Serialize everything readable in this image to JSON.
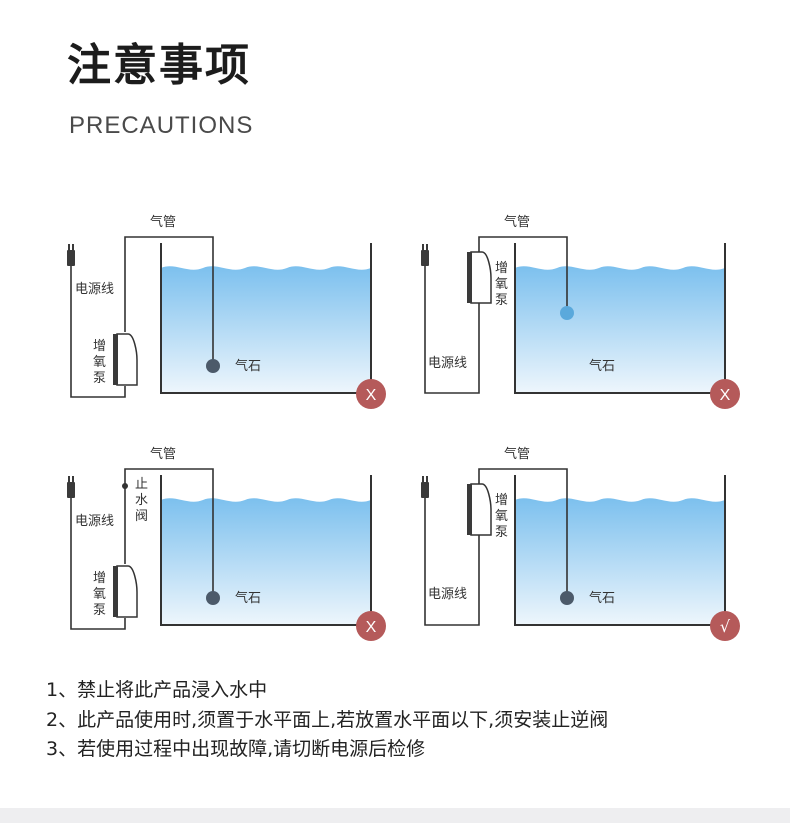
{
  "header": {
    "title": "注意事项",
    "subtitle": "PRECAUTIONS"
  },
  "colors": {
    "water_top": "#7cc0ee",
    "water_bottom": "#e8f3fb",
    "line": "#333333",
    "wrong_badge": "#b55a5a",
    "right_badge": "#b55a5a"
  },
  "panels": [
    {
      "id": "top-left",
      "air_tube": "气管",
      "power_cord": "电源线",
      "pump": [
        "增",
        "氧",
        "泵"
      ],
      "air_stone": "气石",
      "badge": "X",
      "badge_icon": "cross-icon"
    },
    {
      "id": "top-right",
      "air_tube": "气管",
      "power_cord": "电源线",
      "pump": [
        "增",
        "氧",
        "泵"
      ],
      "air_stone": "气石",
      "badge": "X",
      "badge_icon": "cross-icon"
    },
    {
      "id": "bottom-left",
      "air_tube": "气管",
      "power_cord": "电源线",
      "pump": [
        "增",
        "氧",
        "泵"
      ],
      "check_valve": [
        "止",
        "水",
        "阀"
      ],
      "air_stone": "气石",
      "badge": "X",
      "badge_icon": "cross-icon"
    },
    {
      "id": "bottom-right",
      "air_tube": "气管",
      "power_cord": "电源线",
      "pump": [
        "增",
        "氧",
        "泵"
      ],
      "air_stone": "气石",
      "badge": "√",
      "badge_icon": "check-icon"
    }
  ],
  "notes": [
    "1、禁止将此产品浸入水中",
    "2、此产品使用时,须置于水平面上,若放置水平面以下,须安装止逆阀",
    "3、若使用过程中出现故障,请切断电源后检修"
  ]
}
